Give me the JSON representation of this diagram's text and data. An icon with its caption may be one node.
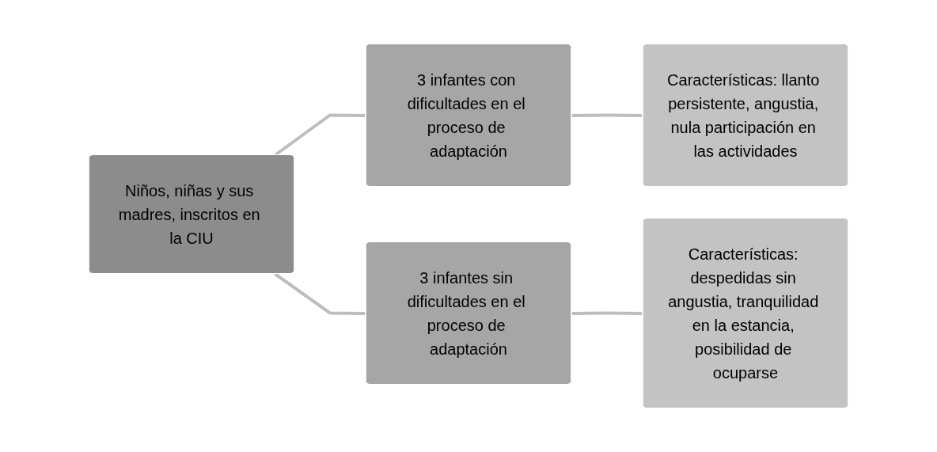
{
  "diagram": {
    "nodes": [
      {
        "text": [
          "Niños, niñas y sus madres, inscritos en la CIU"
        ]
      },
      {
        "text": [
          "3 infantes con dificultades en el proceso de adaptación"
        ]
      },
      {
        "text": [
          "Características: llanto persistente, angustia, nula participación en las actividades"
        ]
      },
      {
        "text": [
          "3 infantes sin dificultades en el proceso de adaptación"
        ]
      },
      {
        "text": [
          "Características: despedidas sin angustia, tranquilidad en la estancia, posibilidad de ocuparse"
        ]
      }
    ],
    "edges": [
      {
        "from": 0,
        "to": 1,
        "arrow": "none"
      },
      {
        "from": 1,
        "to": 2,
        "arrow": "none"
      },
      {
        "from": 0,
        "to": 3,
        "arrow": "none"
      },
      {
        "from": 3,
        "to": 4,
        "arrow": "none"
      }
    ]
  }
}
